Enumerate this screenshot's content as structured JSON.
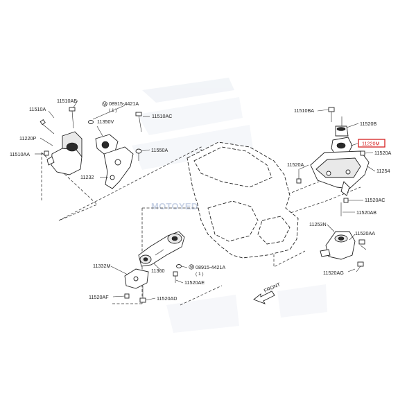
{
  "labels": {
    "p11510A": "11510A",
    "p11510AB": "11510AB",
    "p08915_top": "08915-4421A",
    "p08915_top_qty": "( 1 )",
    "p11510AC": "11510AC",
    "p11350V": "11350V",
    "p11220P": "11220P",
    "p11510AA": "11510AA",
    "p11550A": "11550A",
    "p11232": "11232",
    "p11510BA": "11510BA",
    "p11520B": "11520B",
    "p11220M": "11220M",
    "p11520A_right": "11520A",
    "p11520A_left": "11520A",
    "p11254": "11254",
    "p11520AC": "11520AC",
    "p11520AB": "11520AB",
    "p11253N": "11253N",
    "p11520AA": "11520AA",
    "p11520AG": "11520AG",
    "p11332M": "11332M",
    "p11360": "11360",
    "p08915_bottom": "08915-4421A",
    "p08915_bottom_qty": "( 1 )",
    "p11520AE": "11520AE",
    "p11520AF": "11520AF",
    "p11520AD": "11520AD",
    "front": "FRONT"
  },
  "watermark": "MOTOYEDAK.COM",
  "colors": {
    "highlight": "#d62020",
    "watermark": "#c9d3e6",
    "line": "#222222"
  }
}
